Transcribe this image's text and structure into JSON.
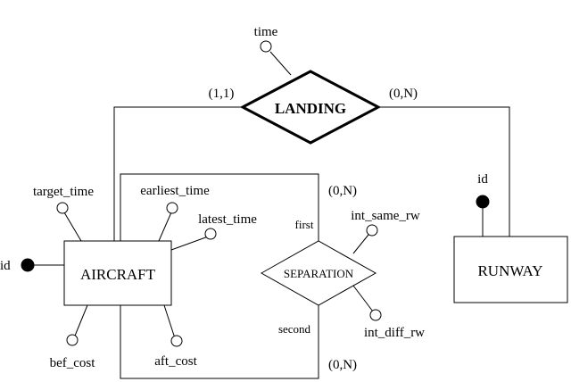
{
  "entities": {
    "aircraft": "AIRCRAFT",
    "runway": "RUNWAY"
  },
  "relationships": {
    "landing": "LANDING",
    "separation": "SEPARATION"
  },
  "attributes": {
    "landing_time": "time",
    "aircraft_id": "id",
    "target_time": "target_time",
    "earliest_time": "earliest_time",
    "latest_time": "latest_time",
    "bef_cost": "bef_cost",
    "aft_cost": "aft_cost",
    "runway_id": "id",
    "int_same_rw": "int_same_rw",
    "int_diff_rw": "int_diff_rw"
  },
  "cardinalities": {
    "landing_aircraft": "(1,1)",
    "landing_runway": "(0,N)",
    "separation_first": "(0,N)",
    "separation_second": "(0,N)"
  },
  "roles": {
    "first": "first",
    "second": "second"
  }
}
